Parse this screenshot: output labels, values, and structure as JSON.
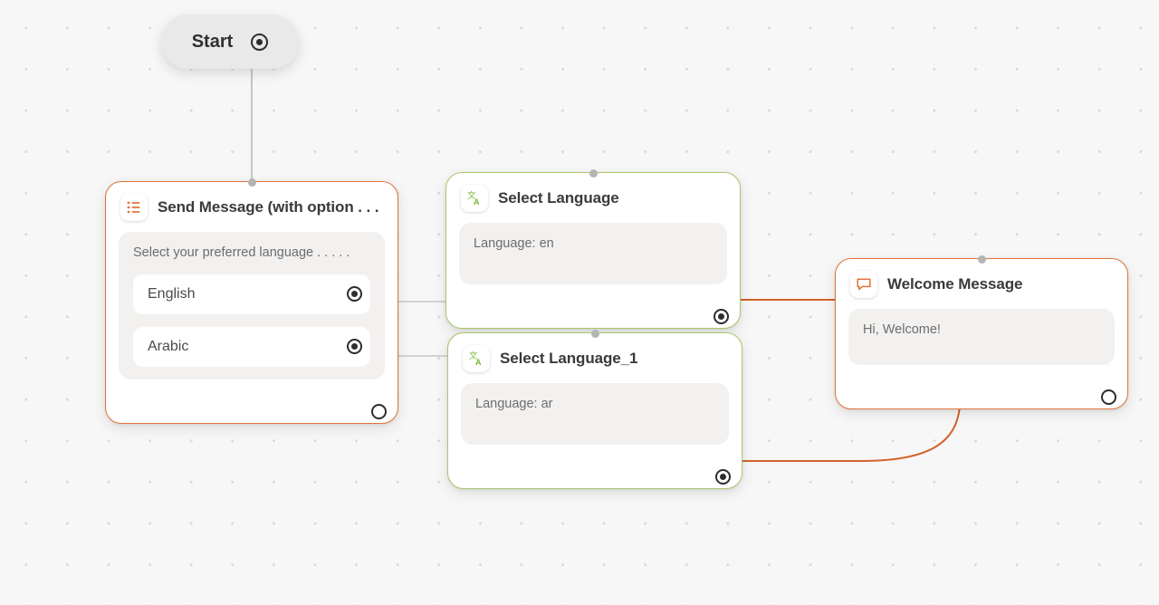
{
  "canvas": {
    "background_color": "#f7f7f7",
    "dot_color": "#d9d9d9",
    "edge_color_active": "#d4622a",
    "edge_color_idle": "#b9b9b9"
  },
  "start": {
    "label": "Start",
    "port_icon": "filled-radio-port-icon"
  },
  "nodes": [
    {
      "id": "send-message",
      "title": "Send Message (with option . . .",
      "icon": "list-options-icon",
      "accent": "#e2733b",
      "placeholder": "Select your preferred language . . . . .",
      "options": [
        {
          "label": "English",
          "port": "filled"
        },
        {
          "label": "Arabic",
          "port": "filled"
        }
      ],
      "output_port": "hollow"
    },
    {
      "id": "select-language",
      "title": "Select Language",
      "icon": "translate-icon",
      "accent": "#a9c86c",
      "body": "Language: en",
      "output_port": "filled"
    },
    {
      "id": "select-language-1",
      "title": "Select Language_1",
      "icon": "translate-icon",
      "accent": "#a9c86c",
      "body": "Language: ar",
      "output_port": "filled"
    },
    {
      "id": "welcome-message",
      "title": "Welcome Message",
      "icon": "chat-bubble-icon",
      "accent": "#e2733b",
      "body": "Hi, Welcome!",
      "output_port": "hollow"
    }
  ]
}
